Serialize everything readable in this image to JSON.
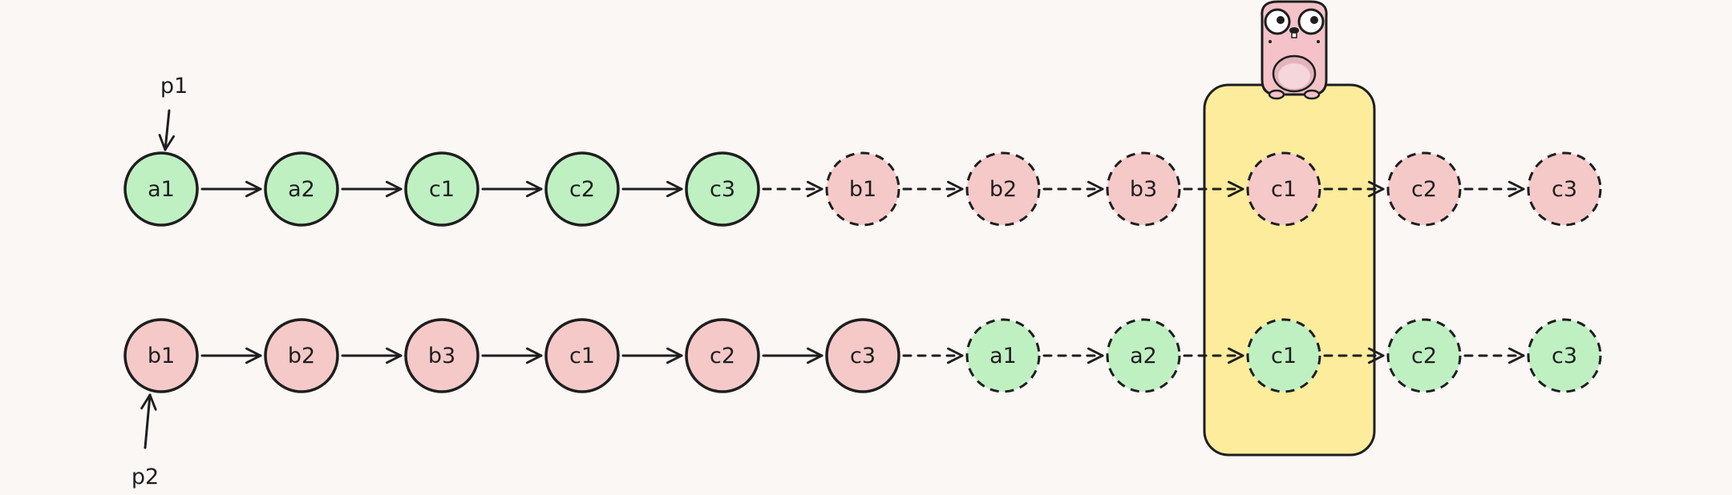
{
  "colors": {
    "background": "#fbf7f5",
    "green": "#bff0c2",
    "pink": "#f6c9c9",
    "highlight": "#fcec9c",
    "stroke": "#1e1e1e",
    "gopher": "#f4c2c8"
  },
  "pointers": [
    {
      "label": "p1",
      "row": 0,
      "side": "top"
    },
    {
      "label": "p2",
      "row": 1,
      "side": "bottom"
    }
  ],
  "rows": [
    {
      "nodes": [
        {
          "label": "a1",
          "color": "green",
          "dashed": false
        },
        {
          "label": "a2",
          "color": "green",
          "dashed": false
        },
        {
          "label": "c1",
          "color": "green",
          "dashed": false
        },
        {
          "label": "c2",
          "color": "green",
          "dashed": false
        },
        {
          "label": "c3",
          "color": "green",
          "dashed": false
        },
        {
          "label": "b1",
          "color": "pink",
          "dashed": true
        },
        {
          "label": "b2",
          "color": "pink",
          "dashed": true
        },
        {
          "label": "b3",
          "color": "pink",
          "dashed": true
        },
        {
          "label": "c1",
          "color": "pink",
          "dashed": true
        },
        {
          "label": "c2",
          "color": "pink",
          "dashed": true
        },
        {
          "label": "c3",
          "color": "pink",
          "dashed": true
        }
      ]
    },
    {
      "nodes": [
        {
          "label": "b1",
          "color": "pink",
          "dashed": false
        },
        {
          "label": "b2",
          "color": "pink",
          "dashed": false
        },
        {
          "label": "b3",
          "color": "pink",
          "dashed": false
        },
        {
          "label": "c1",
          "color": "pink",
          "dashed": false
        },
        {
          "label": "c2",
          "color": "pink",
          "dashed": false
        },
        {
          "label": "c3",
          "color": "pink",
          "dashed": false
        },
        {
          "label": "a1",
          "color": "green",
          "dashed": true
        },
        {
          "label": "a2",
          "color": "green",
          "dashed": true
        },
        {
          "label": "c1",
          "color": "green",
          "dashed": true
        },
        {
          "label": "c2",
          "color": "green",
          "dashed": true
        },
        {
          "label": "c3",
          "color": "green",
          "dashed": true
        }
      ]
    }
  ],
  "highlight": {
    "column_index": 8,
    "mascot": "gopher-mascot"
  }
}
